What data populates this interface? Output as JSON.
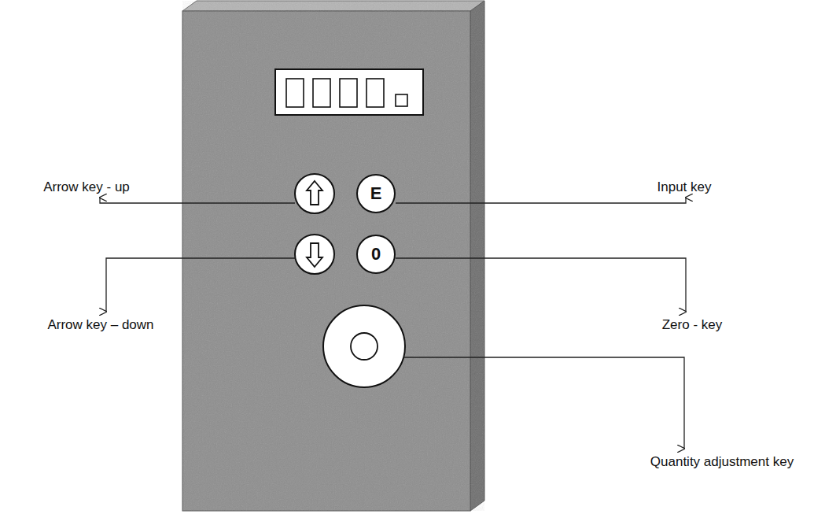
{
  "diagram": {
    "nodes": [
      {
        "text": [
          "E"
        ]
      },
      {
        "text": [
          "0"
        ]
      }
    ],
    "labels": [
      "Arrow key - up",
      "Input key",
      "Arrow key – down",
      "Zero - key",
      "Quantity adjustment key"
    ]
  }
}
